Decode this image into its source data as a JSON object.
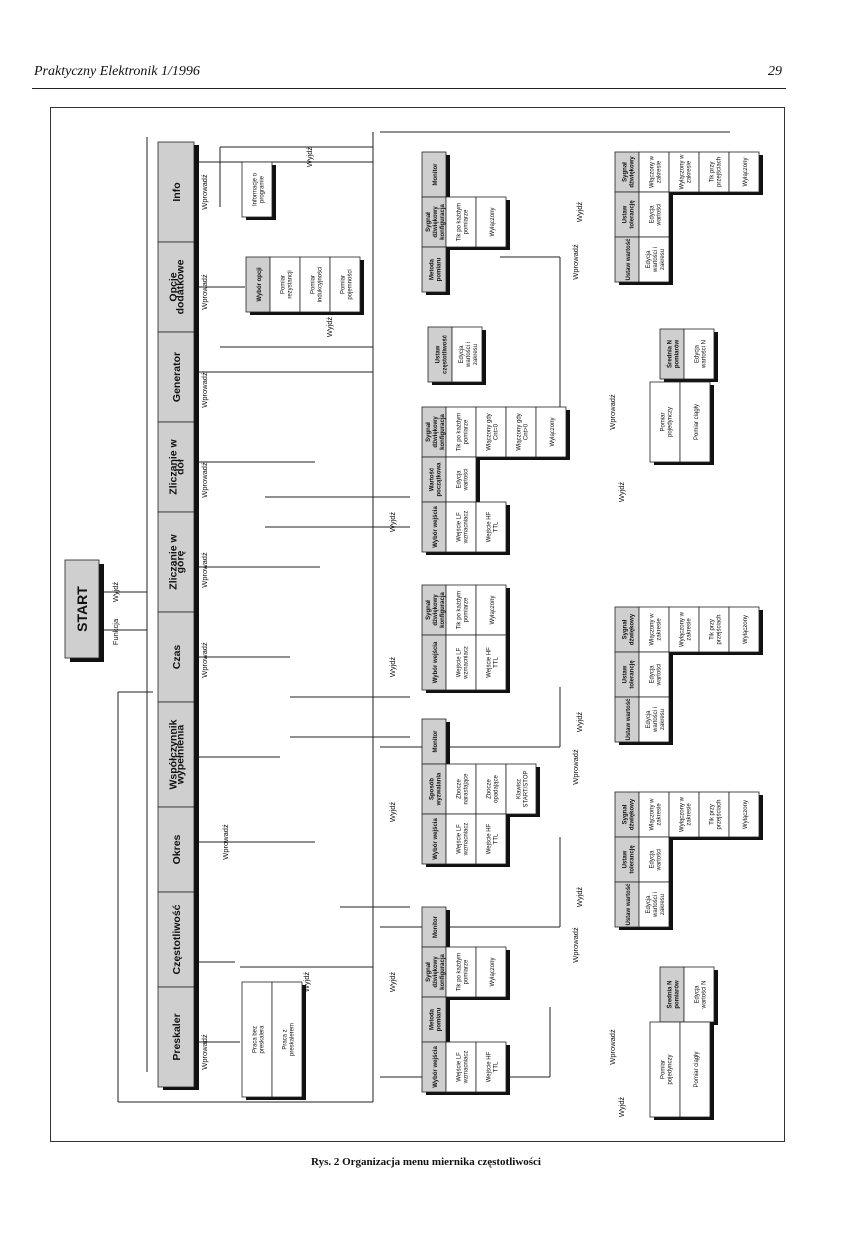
{
  "header": {
    "title": "Praktyczny Elektronik 1/1996",
    "page_number": "29"
  },
  "caption": "Rys. 2 Organizacja menu miernika częstotliwości",
  "start": {
    "label": "START",
    "funkcja": "Funkcja",
    "wyjdz": "Wyjdź"
  },
  "main_menu": [
    "Info",
    "Opcje dodatkowe",
    "Generator",
    "Zliczanie w dół",
    "Zliczanie w górę",
    "Czas",
    "Współczynnik wypełnienia",
    "Okres",
    "Częstotliwość",
    "Preskaler"
  ],
  "flow": {
    "wprowadz": "Wprowadź",
    "wyjdz": "Wyjdź"
  },
  "blocks": {
    "info": {
      "items": [
        "Informacje o programie"
      ]
    },
    "opcje": {
      "header": "Wybór opcji",
      "items": [
        "Pomiar rezystancji",
        "Pomiar indukcyjności",
        "Pomiar pojemności"
      ]
    },
    "generator": {
      "header": "Ustaw częstotliwość",
      "items": [
        "Edycja wartości i zakresu"
      ]
    },
    "top_freq": {
      "headers": [
        "Metoda pomiaru",
        "Sygnał dźwiękowy konfiguracja",
        "Monitor"
      ],
      "items": [
        "Tik po każdym pomiarze",
        "Wyłączony"
      ]
    },
    "top_monitor": {
      "headers": [
        "Ustaw wartość",
        "Ustaw tolerancję",
        "Sygnał dźwiękowy"
      ],
      "col1": [
        "Edycja wartości i zakresu"
      ],
      "col2": [
        "Edycja wartości"
      ],
      "col3": [
        "Włączony w zakresie",
        "Wyłączony w zakresie",
        "Tik przy przejściach",
        "Wyłączony"
      ]
    },
    "top_srednia": {
      "header": "Średnia N pomiarów",
      "items": [
        "Edycja wartości N"
      ]
    },
    "top_method": {
      "items": [
        "Pomiar ciągły",
        "Pomiar pojedynczy"
      ]
    },
    "zliczanie_dol": {
      "headers": [
        "Wybór wejścia",
        "Wartość początkowa",
        "Sygnał dźwiękowy konfiguracja"
      ],
      "col1": [
        "Wejście LF wzmacniacz",
        "Wejście HF TTL"
      ],
      "col2": [
        "Edycja wartości"
      ],
      "col3": [
        "Tik po każdym pomiarze",
        "Włączony gdy Cnt=0",
        "Włączony gdy Cnt>0",
        "Wyłączony"
      ]
    },
    "zliczanie_gore": {
      "headers": [
        "Wybór wejścia",
        "Sygnał dźwiękowy konfiguracja"
      ],
      "col1": [
        "Wejście LF wzmacniacz",
        "Wejście HF TTL"
      ],
      "col2": [
        "Tik po każdym pomiarze",
        "Wyłączony"
      ]
    },
    "czas": {
      "headers": [
        "Wybór wejścia",
        "Sposób wyzwalania",
        "Monitor"
      ],
      "col1": [
        "Wejście LF wzmacniacz",
        "Wejście HF TTL"
      ],
      "col2": [
        "Zbocze narastające",
        "Zbocze opadające",
        "Klawisz START/STOP"
      ]
    },
    "czas_monitor": {
      "headers": [
        "Ustaw wartość",
        "Ustaw tolerancję",
        "Sygnał dźwiękowy"
      ],
      "col1": [
        "Edycja wartości i zakresu"
      ],
      "col2": [
        "Edycja wartości"
      ],
      "col3": [
        "Włączony w zakresie",
        "Wyłączony w zakresie",
        "Tik przy przejściach",
        "Wyłączony"
      ]
    },
    "okres_monitor": {
      "headers": [
        "Ustaw wartość",
        "Ustaw tolerancję",
        "Sygnał dźwiękowy"
      ],
      "col1": [
        "Edycja wartości i zakresu"
      ],
      "col2": [
        "Edycja wartości"
      ],
      "col3": [
        "Włączony w zakresie",
        "Wyłączony w zakresie",
        "Tik przy przejściach",
        "Wyłączony"
      ]
    },
    "freq": {
      "headers": [
        "Wybór wejścia",
        "Metoda pomiaru",
        "Sygnał dźwiękowy konfiguracja",
        "Monitor"
      ],
      "col1": [
        "Wejście LF wzmacniacz",
        "Wejście HF TTL"
      ],
      "col3": [
        "Tik po każdym pomiarze",
        "Wyłączony"
      ]
    },
    "preskaler": {
      "items": [
        "Praca z preskalerem",
        "Praca bez preskalera"
      ]
    },
    "bottom_srednia": {
      "header": "Średnia N pomiarów",
      "items": [
        "Edycja wartości N"
      ]
    },
    "bottom_method": {
      "items": [
        "Pomiar ciągły",
        "Pomiar pojedynczy"
      ]
    }
  }
}
